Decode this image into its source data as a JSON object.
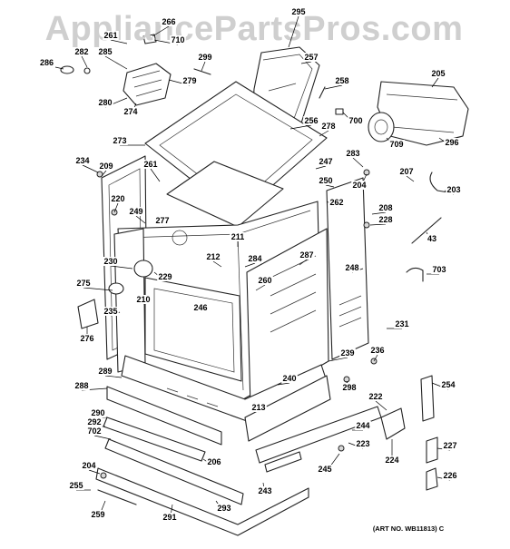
{
  "watermark": "AppliancePartsPros.com",
  "art_number": "(ART NO. WB11813) C",
  "part_labels": [
    "295",
    "266",
    "261",
    "710",
    "257",
    "286",
    "282",
    "285",
    "299",
    "205",
    "279",
    "258",
    "280",
    "274",
    "700",
    "256",
    "278",
    "709",
    "296",
    "273",
    "247",
    "283",
    "234",
    "209",
    "261",
    "250",
    "204",
    "207",
    "203",
    "220",
    "249",
    "277",
    "262",
    "208",
    "228",
    "211",
    "43",
    "212",
    "284",
    "287",
    "248",
    "230",
    "229",
    "703",
    "275",
    "210",
    "246",
    "260",
    "235",
    "276",
    "231",
    "236",
    "239",
    "289",
    "240",
    "298",
    "288",
    "254",
    "222",
    "290",
    "213",
    "292",
    "702",
    "244",
    "223",
    "227",
    "204",
    "206",
    "224",
    "245",
    "255",
    "243",
    "226",
    "259",
    "291",
    "293"
  ]
}
